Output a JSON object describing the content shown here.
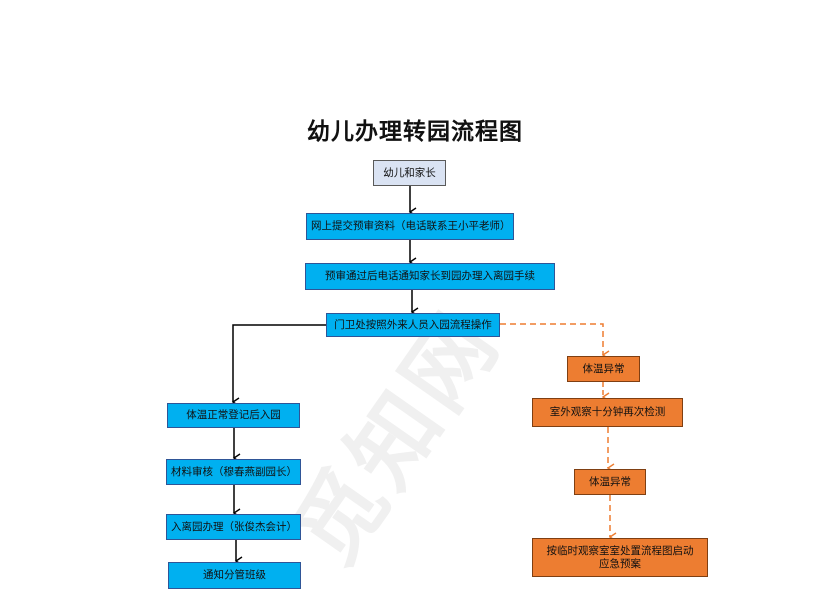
{
  "title": "幼儿办理转园流程图",
  "watermark": "觅知网",
  "colors": {
    "start_fill": "#dae3f3",
    "process_fill": "#00b0f0",
    "exception_fill": "#ed7d31",
    "solid_line": "#000000",
    "dashed_line": "#ed7d31"
  },
  "nodes": {
    "start": "幼儿和家长",
    "submit": "网上提交预审资料（电话联系王小平老师）",
    "notify": "预审通过后电话通知家长到园办理入离园手续",
    "gate": "门卫处按照外来人员入园流程操作",
    "normal": {
      "register": "体温正常登记后入园",
      "review": "材料审核（穆春燕副园长）",
      "process": "入离园办理（张俊杰会计）",
      "class": "通知分管班级"
    },
    "abnormal": {
      "temp1": "体温异常",
      "observe": "室外观察十分钟再次检测",
      "temp2": "体温异常",
      "plan": "按临时观察室室处置流程图启动应急预案"
    }
  }
}
